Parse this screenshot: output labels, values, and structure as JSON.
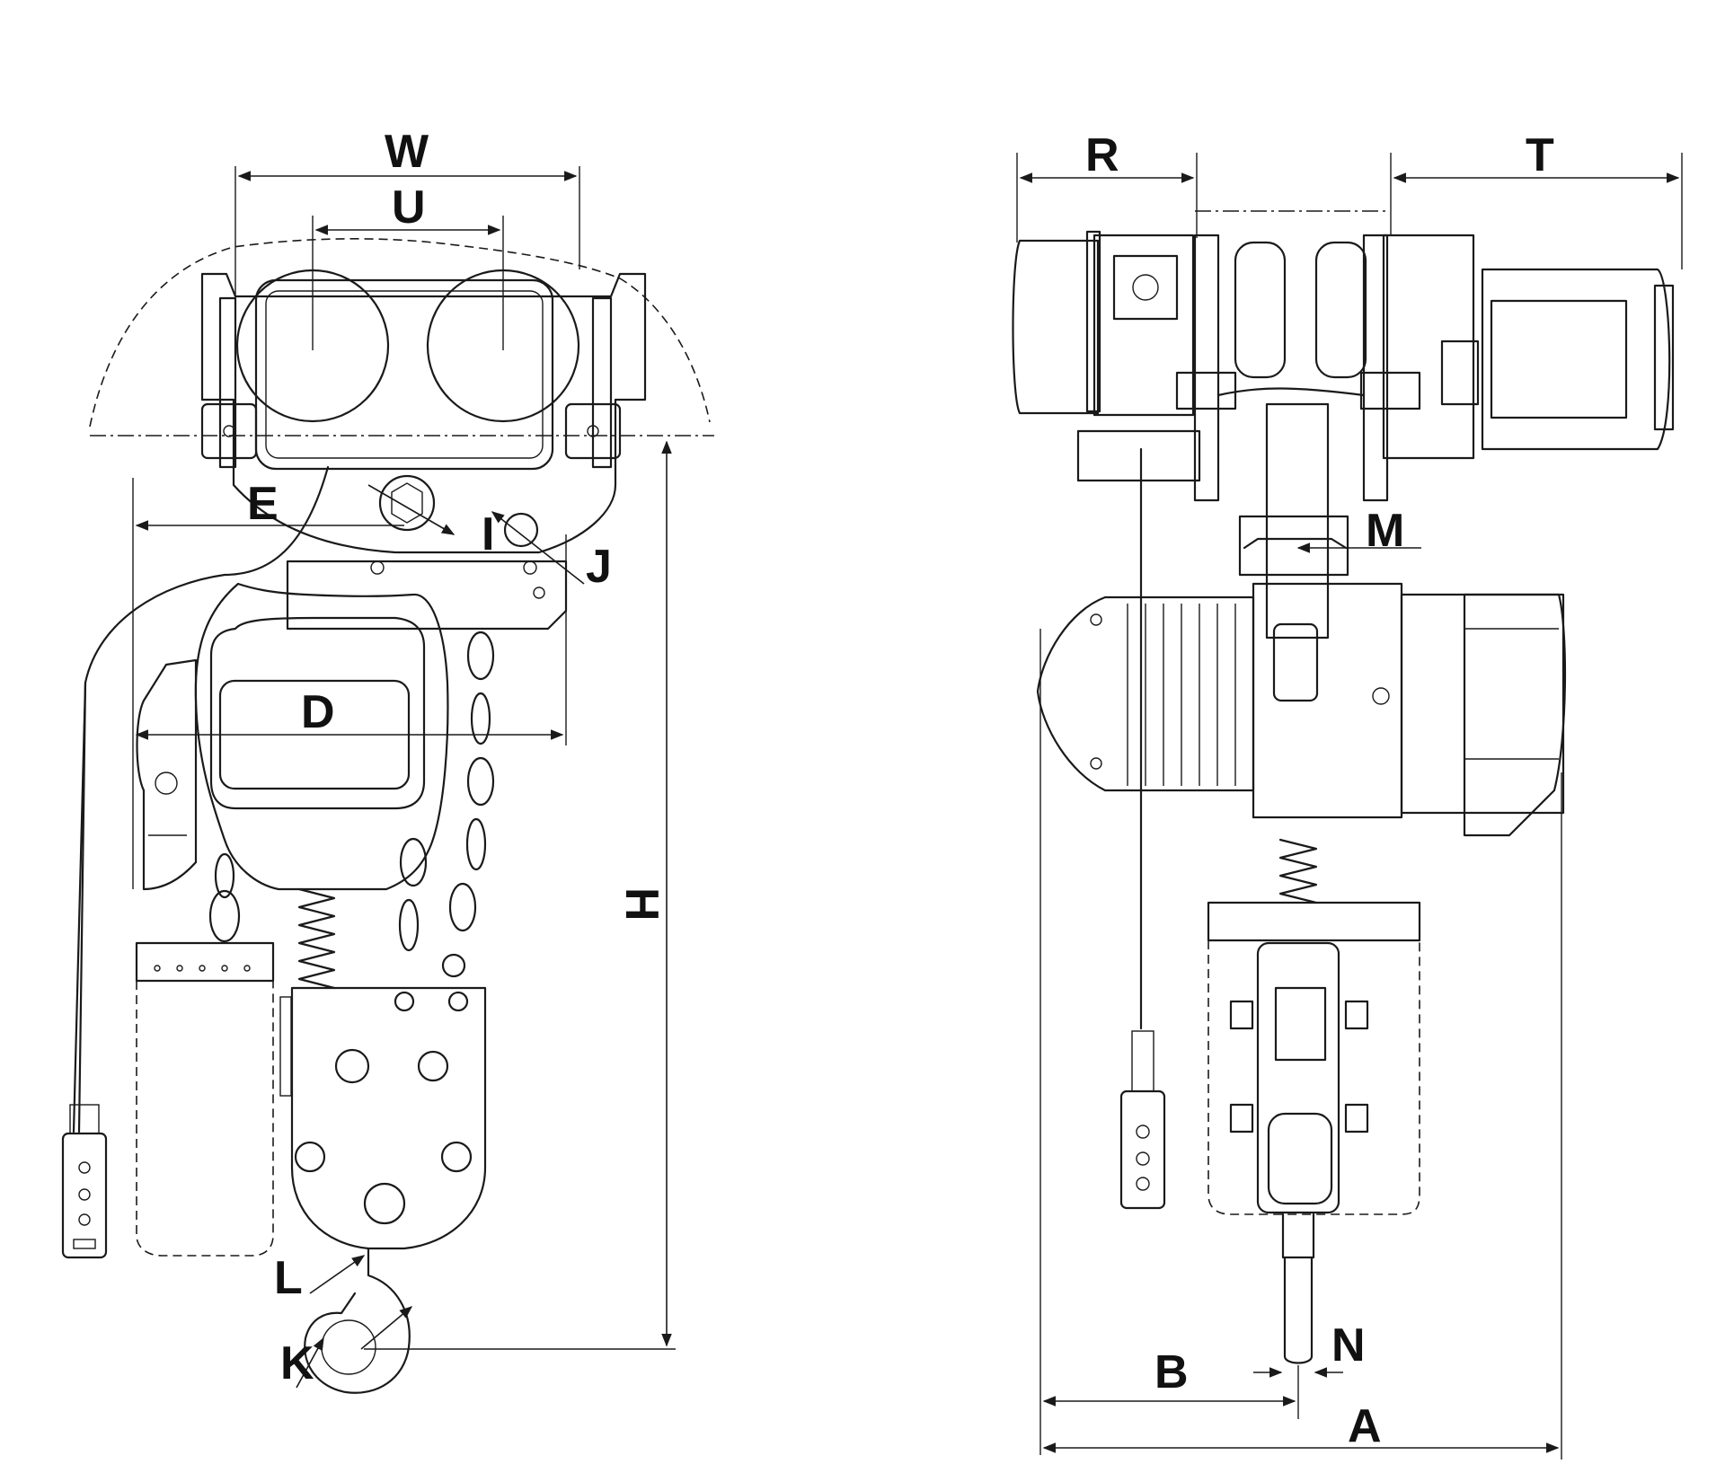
{
  "figure": {
    "side_view": {
      "labels": {
        "W": "W",
        "U": "U",
        "E": "E",
        "I": "I",
        "J": "J",
        "D": "D",
        "H": "H",
        "L": "L",
        "K": "K"
      }
    },
    "front_view": {
      "labels": {
        "R": "R",
        "T": "T",
        "M": "M",
        "N": "N",
        "B": "B",
        "A": "A"
      }
    }
  },
  "colors": {
    "line": "#1a1a1a",
    "background": "#ffffff"
  }
}
